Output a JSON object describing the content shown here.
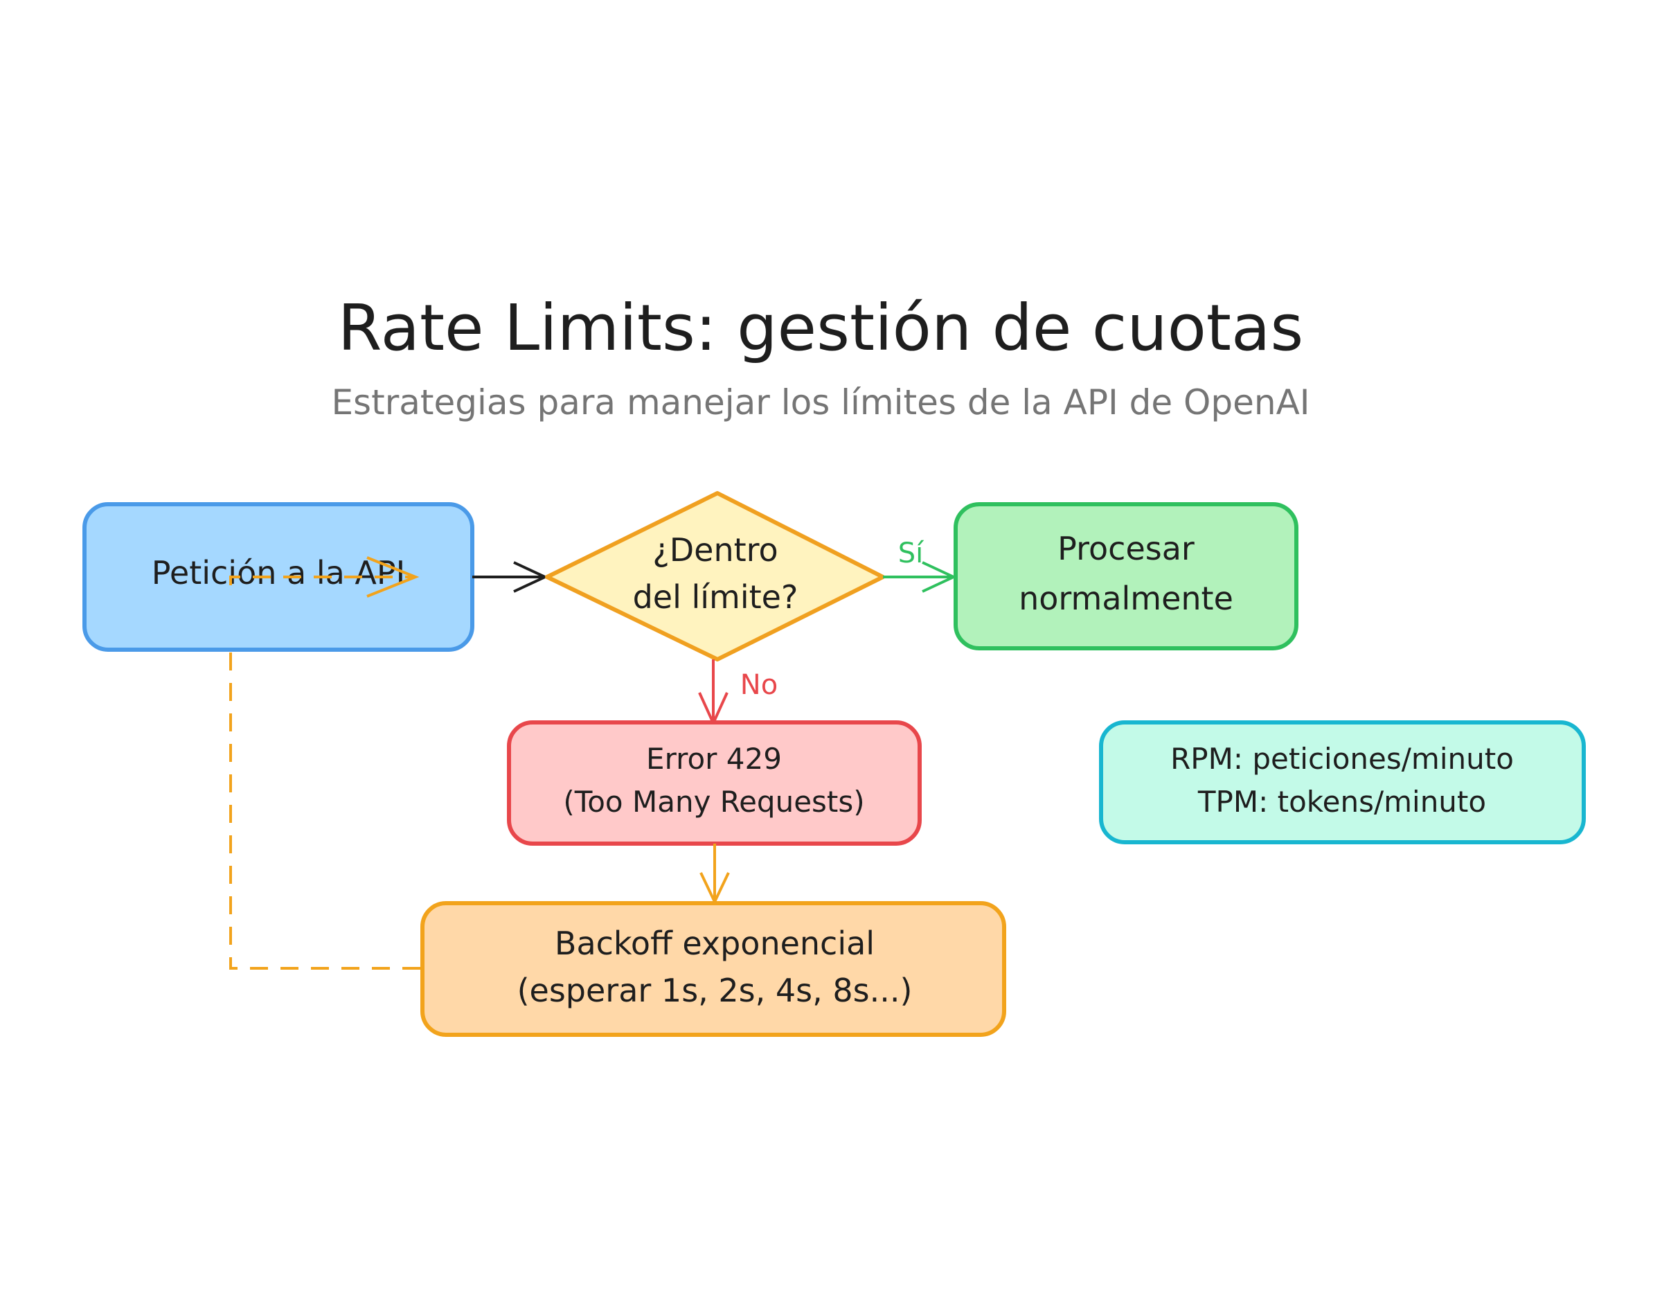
{
  "title": "Rate Limits: gestión de cuotas",
  "subtitle": "Estrategias para manejar los límites de la API de OpenAI",
  "nodes": {
    "request": {
      "label": "Petición a la API"
    },
    "decision": {
      "line1": "¿Dentro",
      "line2": "del límite?"
    },
    "process": {
      "line1": "Procesar",
      "line2": "normalmente"
    },
    "error": {
      "line1": "Error 429",
      "line2": "(Too Many Requests)"
    },
    "backoff": {
      "line1": "Backoff exponencial",
      "line2": "(esperar 1s, 2s, 4s, 8s...)"
    },
    "limits_note": {
      "line1": "RPM: peticiones/minuto",
      "line2": "TPM: tokens/minuto"
    }
  },
  "edges": {
    "yes_label": "Sí",
    "no_label": "No"
  },
  "colors": {
    "request_fill": "#a5d8ff",
    "request_stroke": "#4a9ae8",
    "decision_fill": "#fff3bf",
    "decision_stroke": "#f0a020",
    "process_fill": "#b2f2bb",
    "process_stroke": "#2fc05e",
    "error_fill": "#ffc9c9",
    "error_stroke": "#e8474b",
    "backoff_fill": "#ffd8a8",
    "backoff_stroke": "#f2a31c",
    "note_fill": "#c3fae8",
    "note_stroke": "#18b6d0",
    "yes_color": "#2fc05e",
    "no_color": "#e8474b",
    "arrow_default": "#1e1e1e",
    "arrow_orange": "#f2a31c"
  }
}
